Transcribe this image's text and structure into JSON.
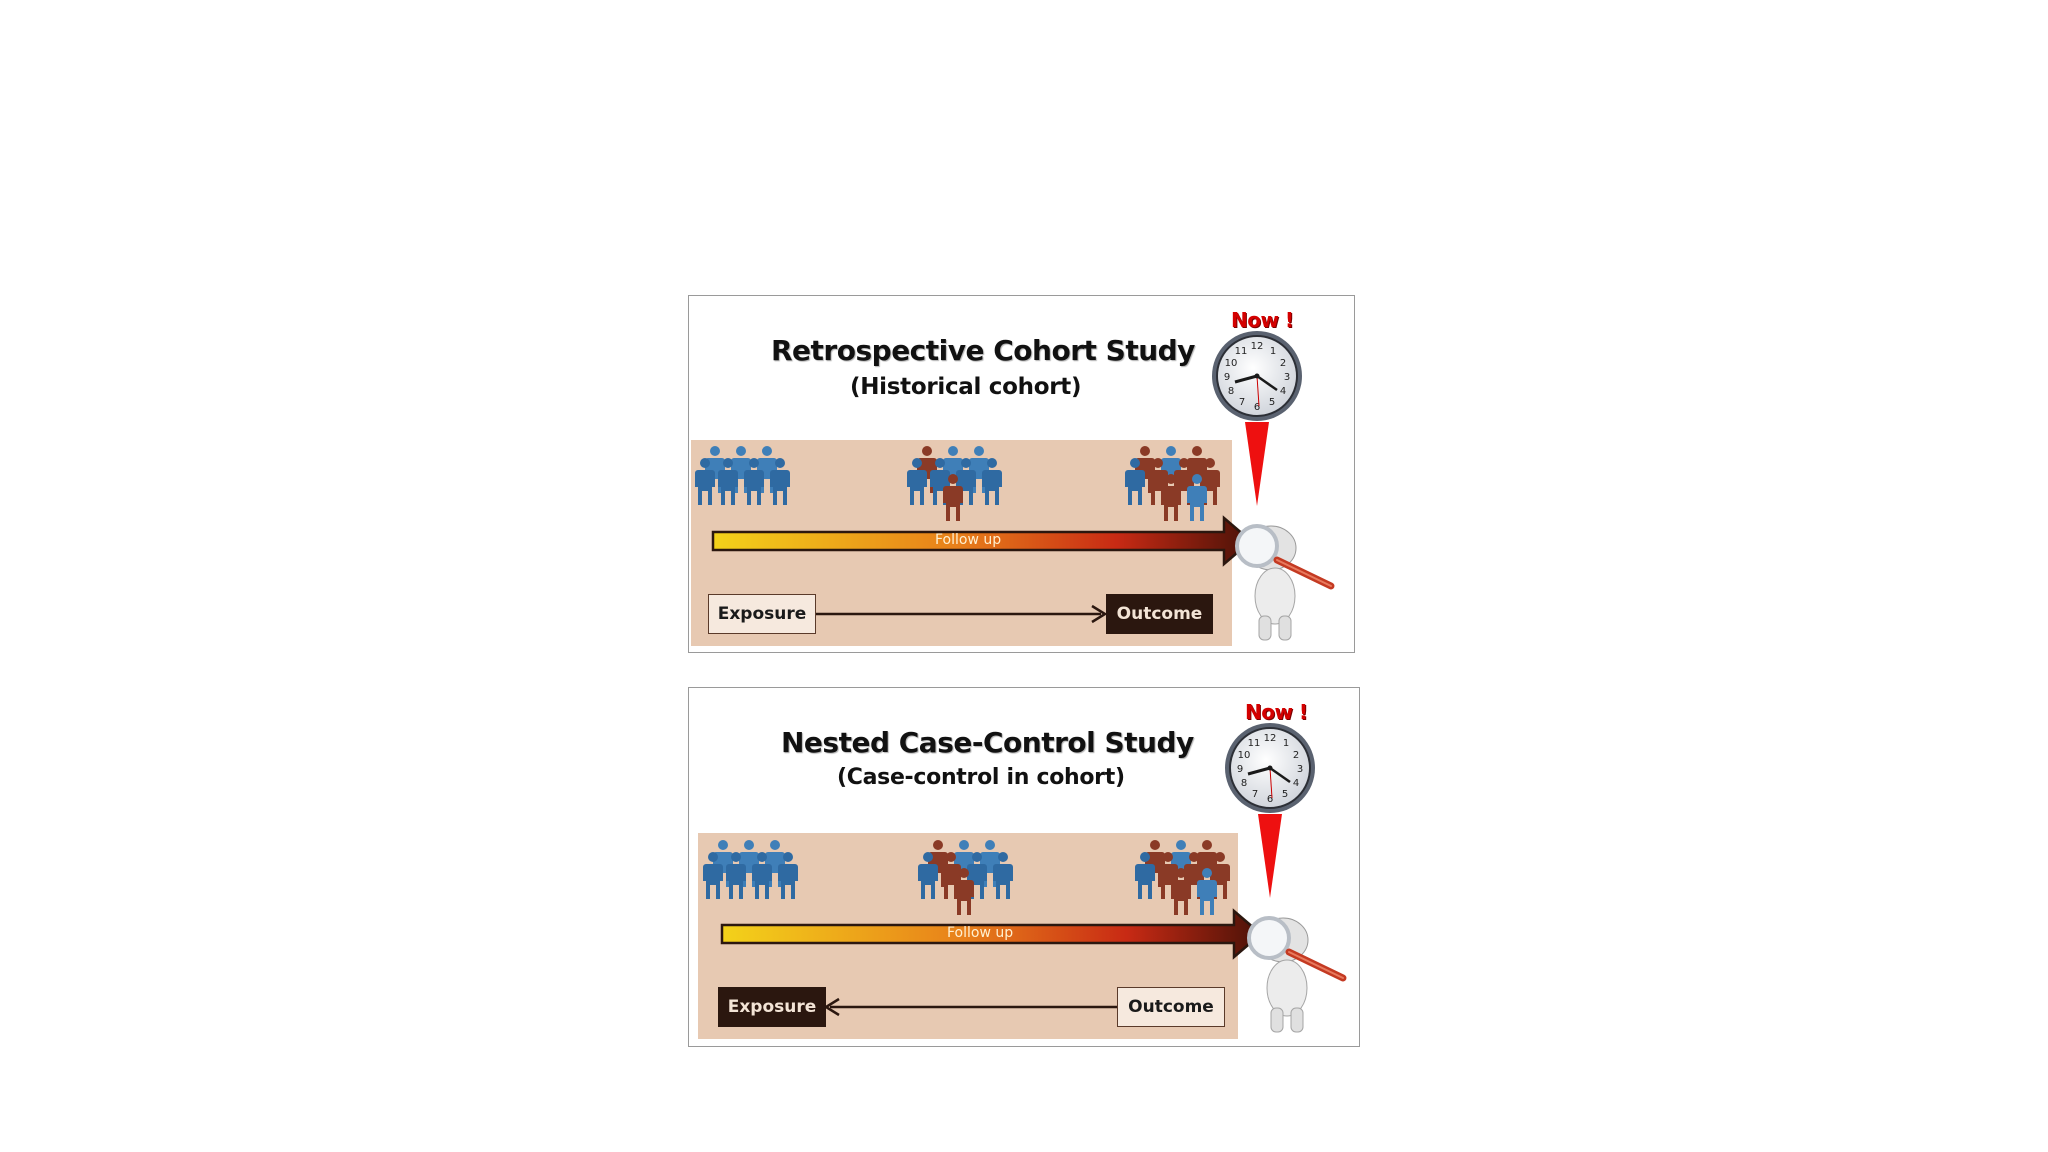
{
  "panels": [
    {
      "title": "Retrospective Cohort Study",
      "subtitle": "(Historical cohort)",
      "now_label": "Now !",
      "timeline_label": "Follow up",
      "left_box": "Exposure",
      "right_box": "Outcome",
      "arrow_direction": "exposure-to-outcome"
    },
    {
      "title": "Nested Case-Control Study",
      "subtitle": "(Case-control in cohort)",
      "now_label": "Now !",
      "timeline_label": "Follow up",
      "left_box": "Exposure",
      "right_box": "Outcome",
      "arrow_direction": "outcome-to-exposure"
    }
  ],
  "colors": {
    "healthy_person": "#3f7fb8",
    "diseased_person": "#8a3a26",
    "band_background": "#e7c9b2",
    "now_text": "#d40000",
    "gradient_start": "#f3d21a",
    "gradient_end": "#4a1208"
  },
  "icons": [
    "people-group-icon",
    "clock-icon",
    "magnifier-figure-icon",
    "location-pin-icon"
  ]
}
